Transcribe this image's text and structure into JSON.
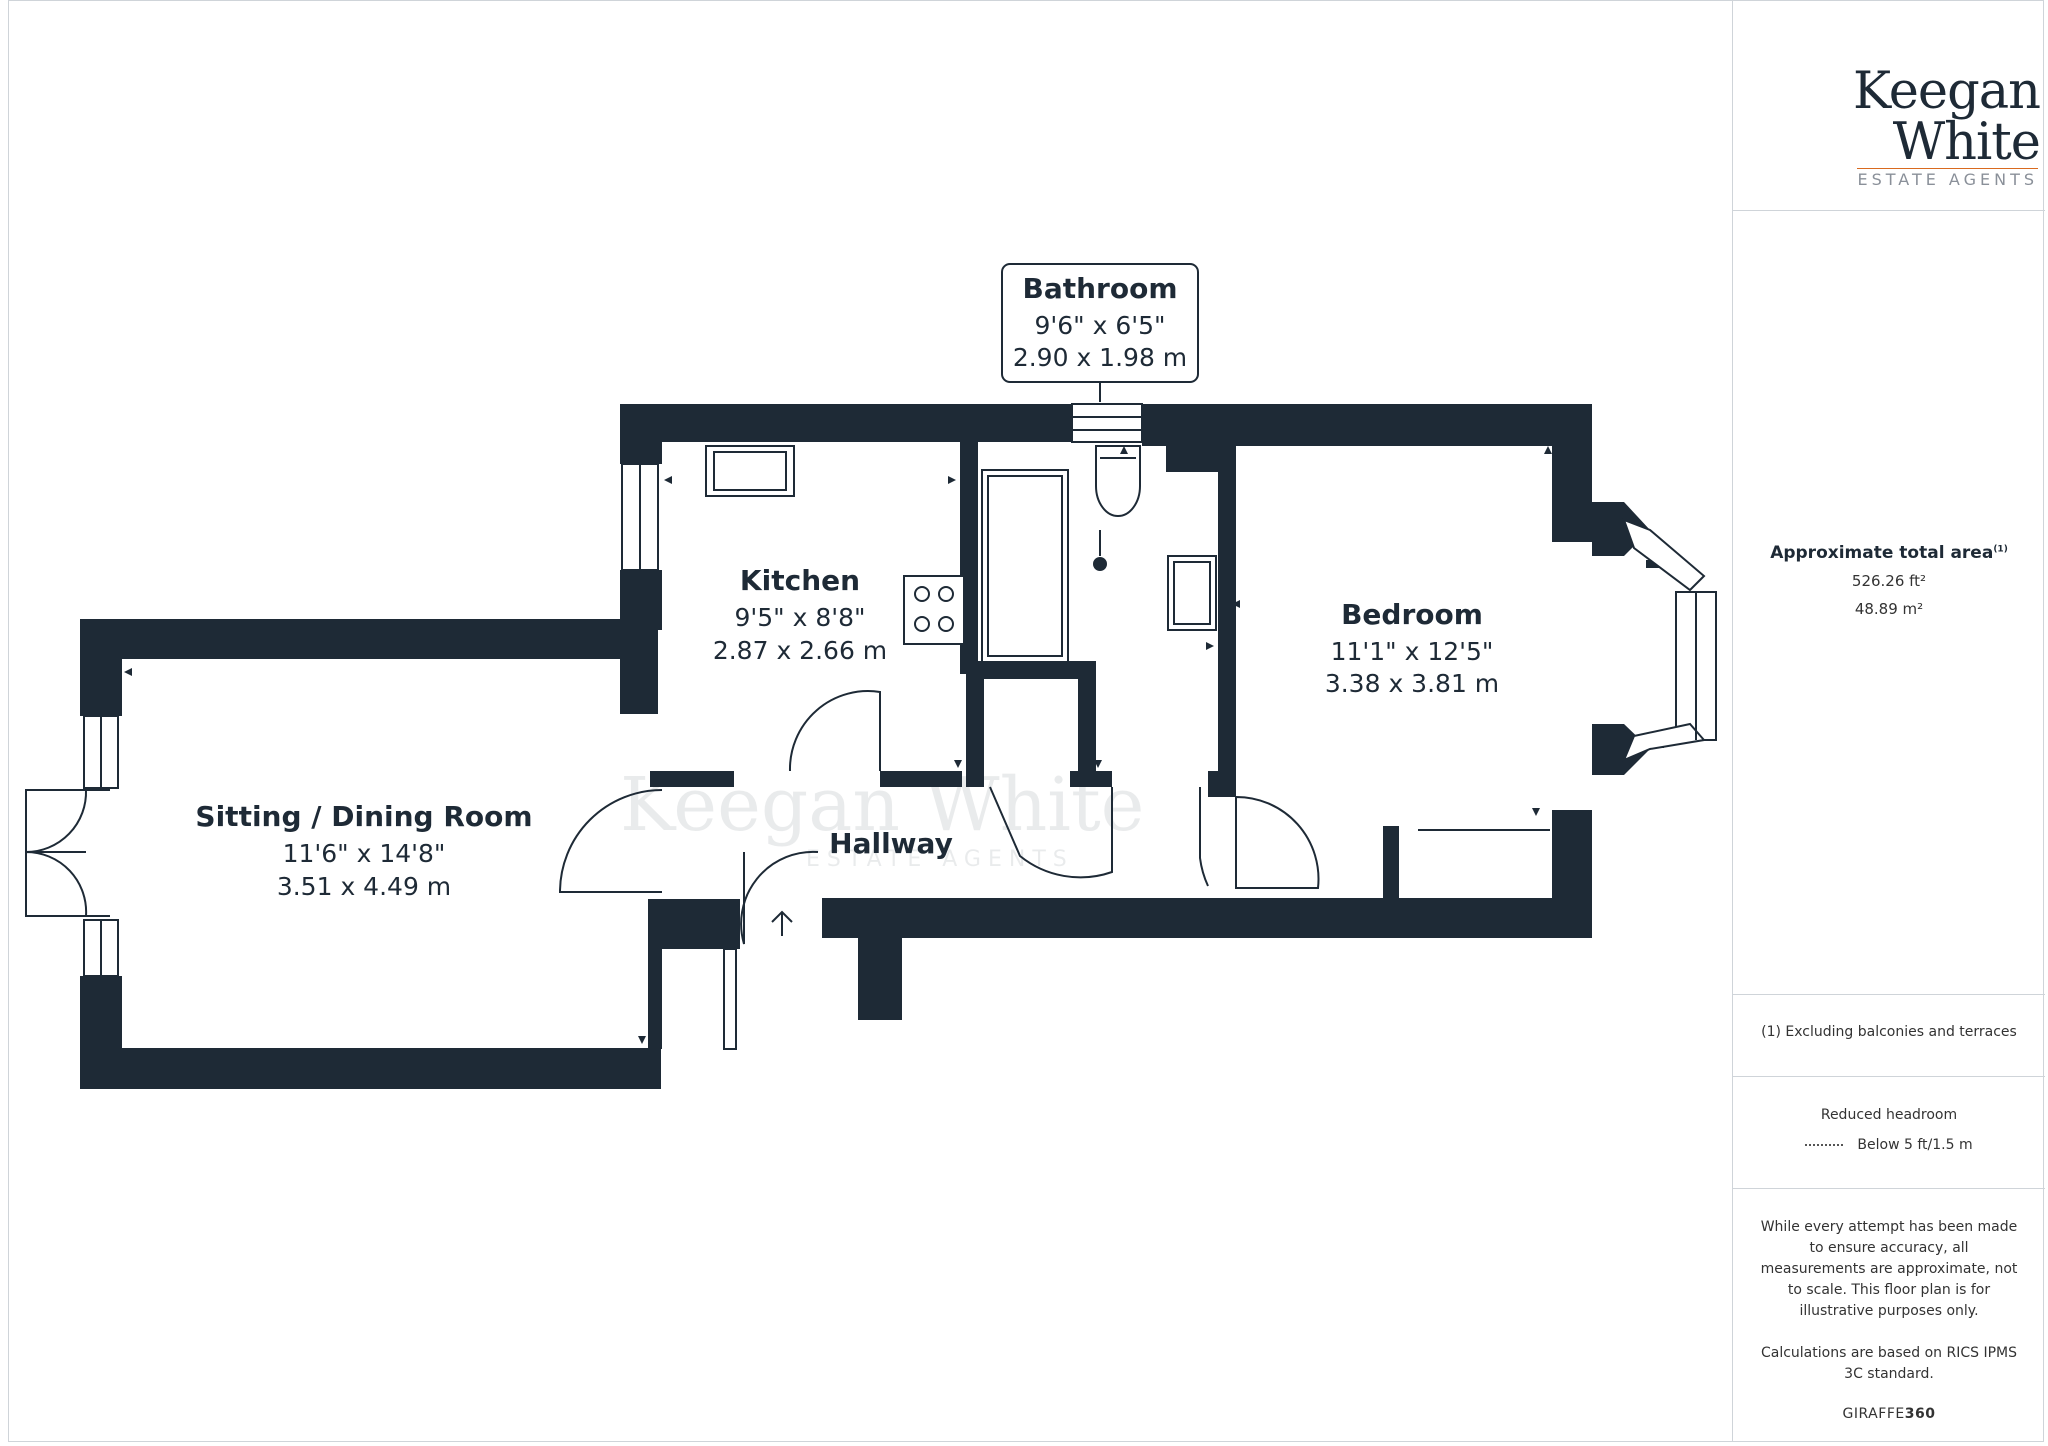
{
  "brand": {
    "name": "Keegan White",
    "tagline": "ESTATE AGENTS",
    "accent_color": "#d96a1f"
  },
  "rooms": {
    "bathroom": {
      "name": "Bathroom",
      "imperial": "9'6\" x 6'5\"",
      "metric": "2.90 x 1.98 m"
    },
    "kitchen": {
      "name": "Kitchen",
      "imperial": "9'5\" x 8'8\"",
      "metric": "2.87 x 2.66 m"
    },
    "bedroom": {
      "name": "Bedroom",
      "imperial": "11'1\" x 12'5\"",
      "metric": "3.38 x 3.81 m"
    },
    "sitting": {
      "name": "Sitting / Dining Room",
      "imperial": "11'6\" x 14'8\"",
      "metric": "3.51 x 4.49 m"
    },
    "hallway": {
      "name": "Hallway"
    }
  },
  "area": {
    "title": "Approximate total area",
    "footnote_mark": "(1)",
    "sqft": "526.26 ft²",
    "sqm": "48.89 m²"
  },
  "notes": {
    "excluding": "(1) Excluding balconies and terraces",
    "headroom_title": "Reduced headroom",
    "headroom_legend": "Below 5 ft/1.5 m",
    "disclaimer": "While every attempt has been made to ensure accuracy, all measurements are approximate, not to scale. This floor plan is for illustrative purposes only.",
    "calculations": "Calculations are based on RICS IPMS 3C standard.",
    "credit_prefix": "GIRAFFE",
    "credit_suffix": "360"
  },
  "colors": {
    "wall": "#1e2a36",
    "divider": "#cfd4d9"
  }
}
